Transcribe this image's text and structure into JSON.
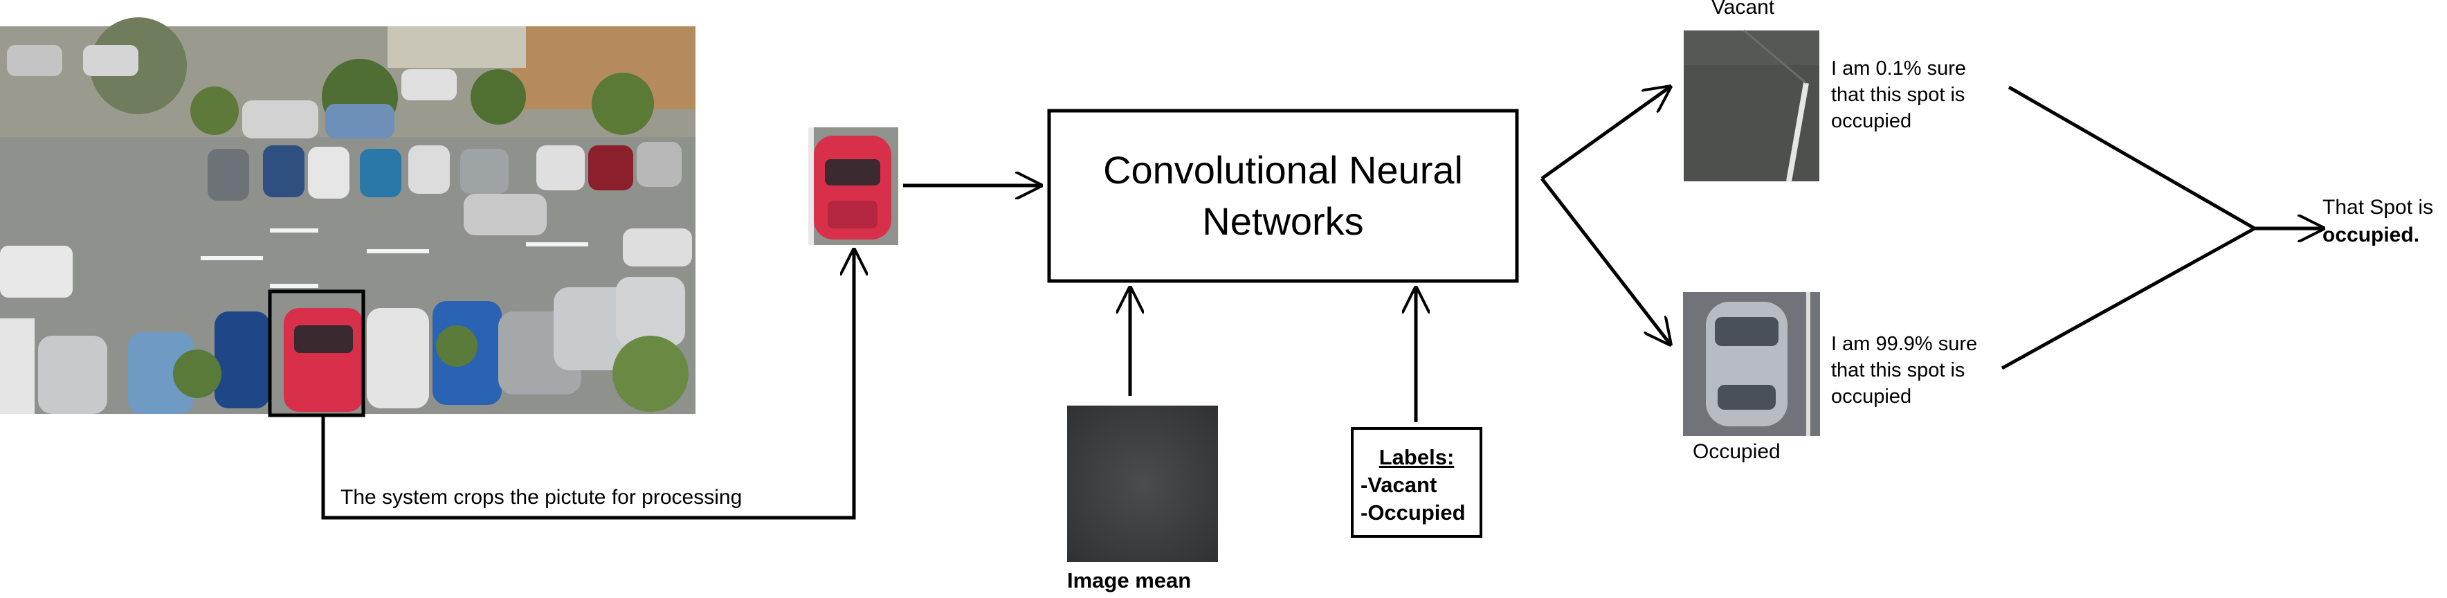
{
  "caption_crop": "The system crops the pictute for processing",
  "cnn": {
    "line1": "Convolutional Neural",
    "line2": "Networks"
  },
  "image_mean_label": "Image mean",
  "labels_box": {
    "heading": "Labels:",
    "items": [
      "-Vacant",
      "-Occupied"
    ]
  },
  "vacant": {
    "label": "Vacant",
    "text": [
      "I am 0.1% sure",
      "that this spot is",
      "occupied"
    ]
  },
  "occupied": {
    "label": "Occupied",
    "text": [
      "I am 99.9% sure",
      "that this spot is",
      "occupied"
    ]
  },
  "result": {
    "line1": "That Spot is",
    "line2": "occupied."
  },
  "colors": {
    "stroke": "#000000",
    "car_red": "#d8304a",
    "asphalt": "#8c8f8a"
  }
}
